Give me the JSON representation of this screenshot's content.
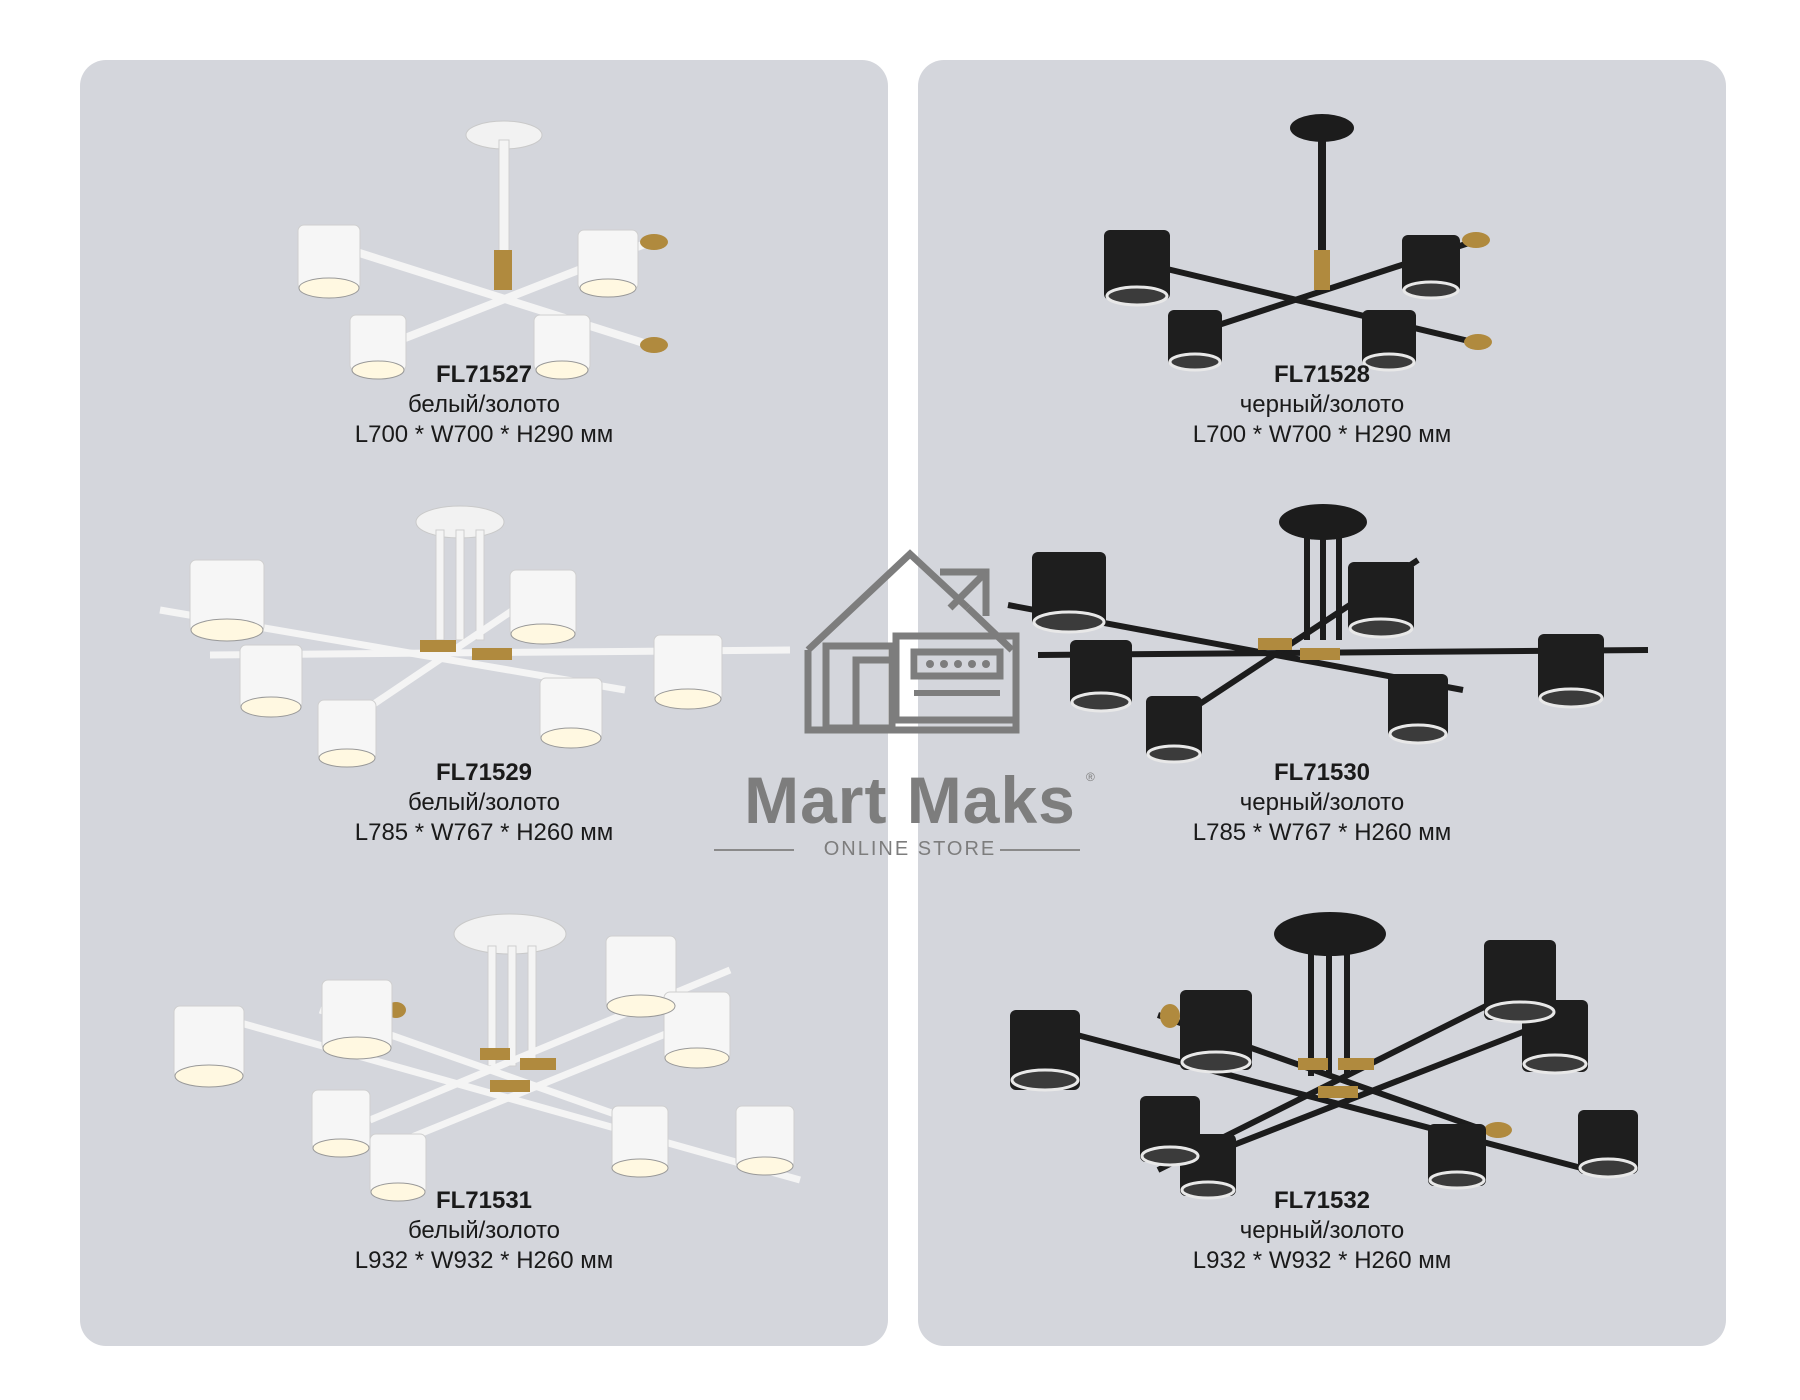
{
  "products": [
    {
      "model": "FL71527",
      "color": "белый/золото",
      "size": "L700 * W700 * H290 мм"
    },
    {
      "model": "FL71528",
      "color": "черный/золото",
      "size": "L700 * W700 * H290 мм"
    },
    {
      "model": "FL71529",
      "color": "белый/золото",
      "size": "L785 * W767 * H260 мм"
    },
    {
      "model": "FL71530",
      "color": "черный/золото",
      "size": "L785 * W767 * H260 мм"
    },
    {
      "model": "FL71531",
      "color": "белый/золото",
      "size": "L932 * W932 * H260 мм"
    },
    {
      "model": "FL71532",
      "color": "черный/золото",
      "size": "L932 * W932 * H260 мм"
    }
  ],
  "watermark": {
    "brand": "Mart Maks",
    "registered": "®",
    "tagline": "ONLINE STORE"
  },
  "colors": {
    "panel": "#d4d6dc",
    "white_finish": "#f4f4f4",
    "black_finish": "#1c1c1c",
    "gold": "#b08a3e"
  }
}
